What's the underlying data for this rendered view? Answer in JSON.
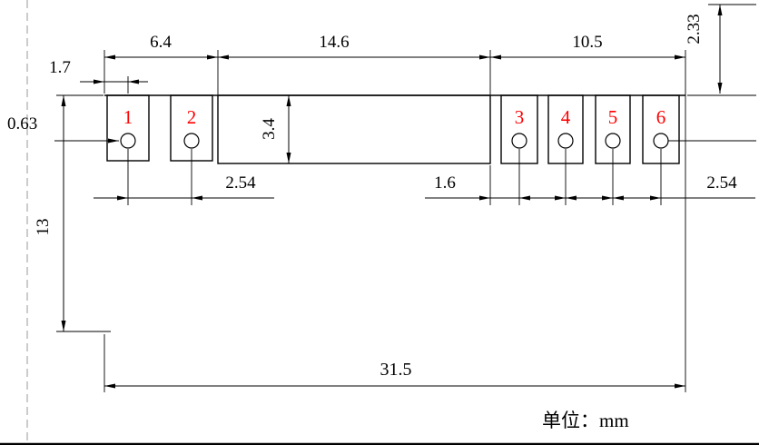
{
  "drawing": {
    "unit_note": "单位：mm",
    "pad_numbers": [
      "1",
      "2",
      "3",
      "4",
      "5",
      "6"
    ],
    "dimensions": {
      "left_group_width": "6.4",
      "center_width": "14.6",
      "right_group_width": "10.5",
      "pin1_offset": "1.7",
      "hole_diameter": "0.63",
      "slot_depth": "3.4",
      "left_pitch": "2.54",
      "right_gap": "1.6",
      "right_pitch": "2.54",
      "top_clearance": "2.33",
      "body_height": "13",
      "overall_width": "31.5"
    },
    "colors": {
      "line": "#000000",
      "pad_number": "#ff0000"
    }
  }
}
